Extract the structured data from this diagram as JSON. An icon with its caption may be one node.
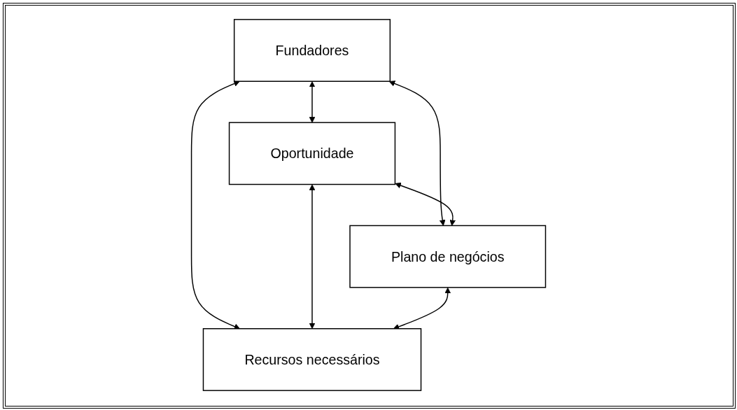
{
  "diagram": {
    "nodes": [
      {
        "text": [
          "Fundadores"
        ]
      },
      {
        "text": [
          "Oportunidade"
        ]
      },
      {
        "text": [
          "Plano de negócios"
        ]
      },
      {
        "text": [
          "Recursos necessários"
        ]
      }
    ],
    "edges": [
      {
        "from": 0,
        "to": 1,
        "arrow": "both"
      },
      {
        "from": 0,
        "to": 2,
        "arrow": "both"
      },
      {
        "from": 1,
        "to": 2,
        "arrow": "both"
      },
      {
        "from": 0,
        "to": 3,
        "arrow": "both"
      },
      {
        "from": 1,
        "to": 3,
        "arrow": "both"
      },
      {
        "from": 2,
        "to": 3,
        "arrow": "both"
      }
    ]
  }
}
